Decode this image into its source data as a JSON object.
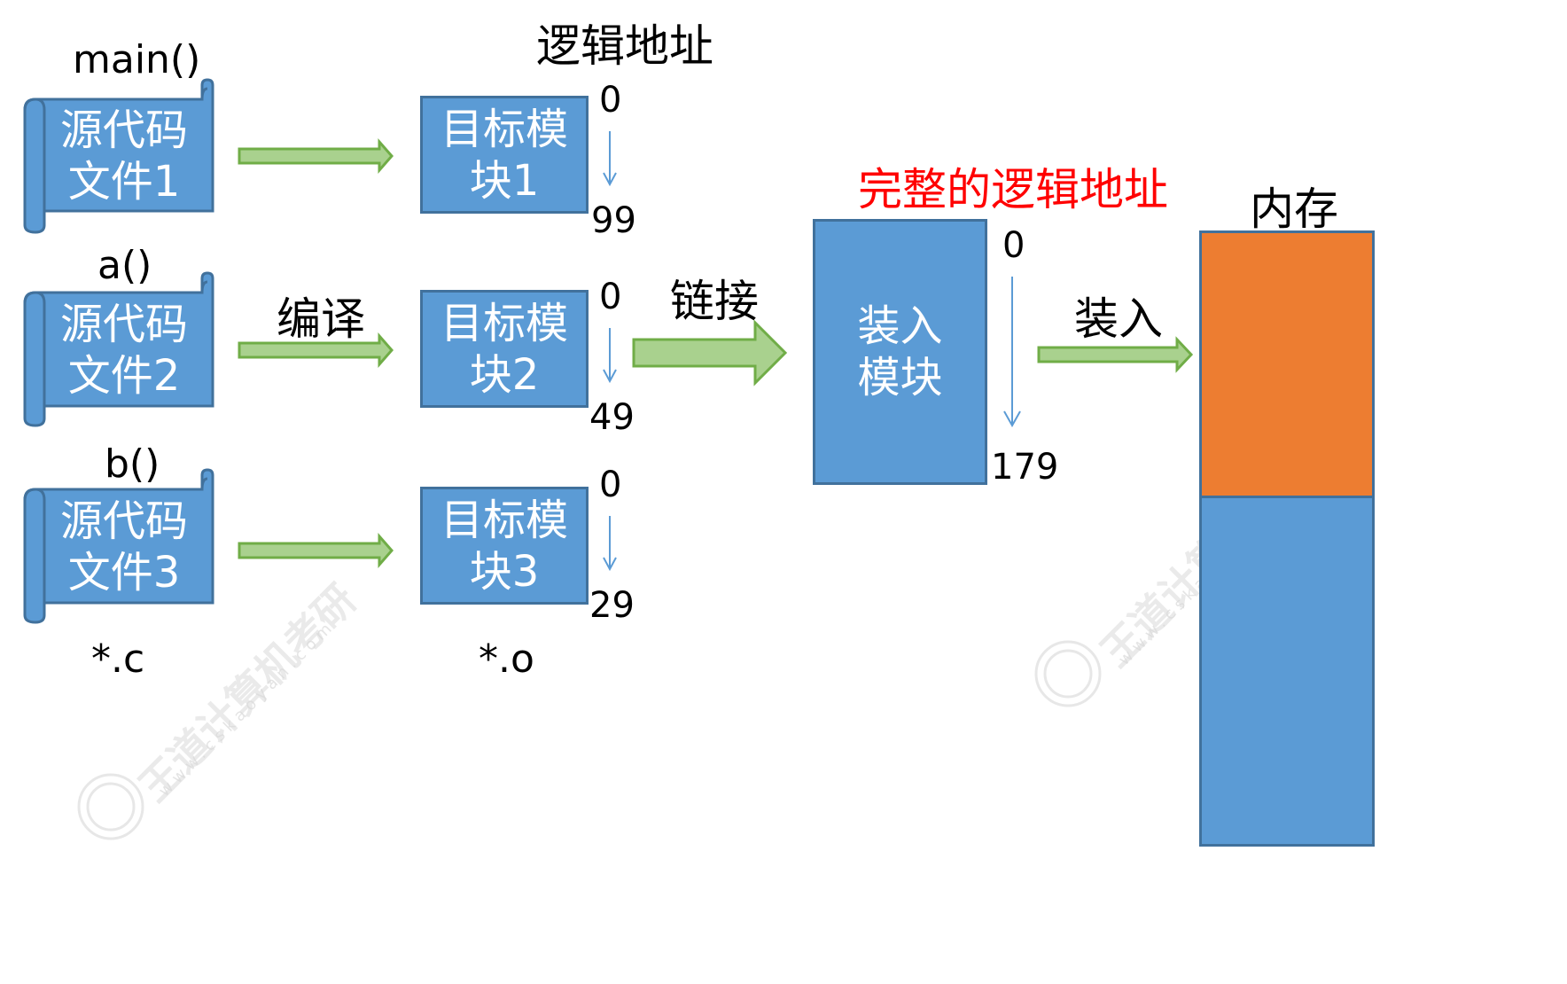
{
  "top_title": "逻辑地址",
  "func_labels": [
    "main()",
    "a()",
    "b()"
  ],
  "source_files": [
    {
      "line1": "源代码",
      "line2": "文件1"
    },
    {
      "line1": "源代码",
      "line2": "文件2"
    },
    {
      "line1": "源代码",
      "line2": "文件3"
    }
  ],
  "compile_label": "编译",
  "object_modules": [
    {
      "line1": "目标模",
      "line2": "块1",
      "start": "0",
      "end": "99"
    },
    {
      "line1": "目标模",
      "line2": "块2",
      "start": "0",
      "end": "49"
    },
    {
      "line1": "目标模",
      "line2": "块3",
      "start": "0",
      "end": "29"
    }
  ],
  "source_ext": "*.c",
  "object_ext": "*.o",
  "link_label": "链接",
  "complete_title": "完整的逻辑地址",
  "load_module": {
    "line1": "装入",
    "line2": "模块",
    "start": "0",
    "end": "179"
  },
  "load_label": "装入",
  "memory_label": "内存",
  "watermark": {
    "text": "王道计算机考研",
    "url": "www.cskaoyan.com"
  },
  "colors": {
    "box_fill": "#5b9bd5",
    "box_border": "#41719c",
    "arrow_fill": "#a9d18e",
    "arrow_border": "#70ad47",
    "memory_used": "#ed7d31",
    "memory_free": "#5b9bd5",
    "highlight_text": "#ff0000"
  }
}
